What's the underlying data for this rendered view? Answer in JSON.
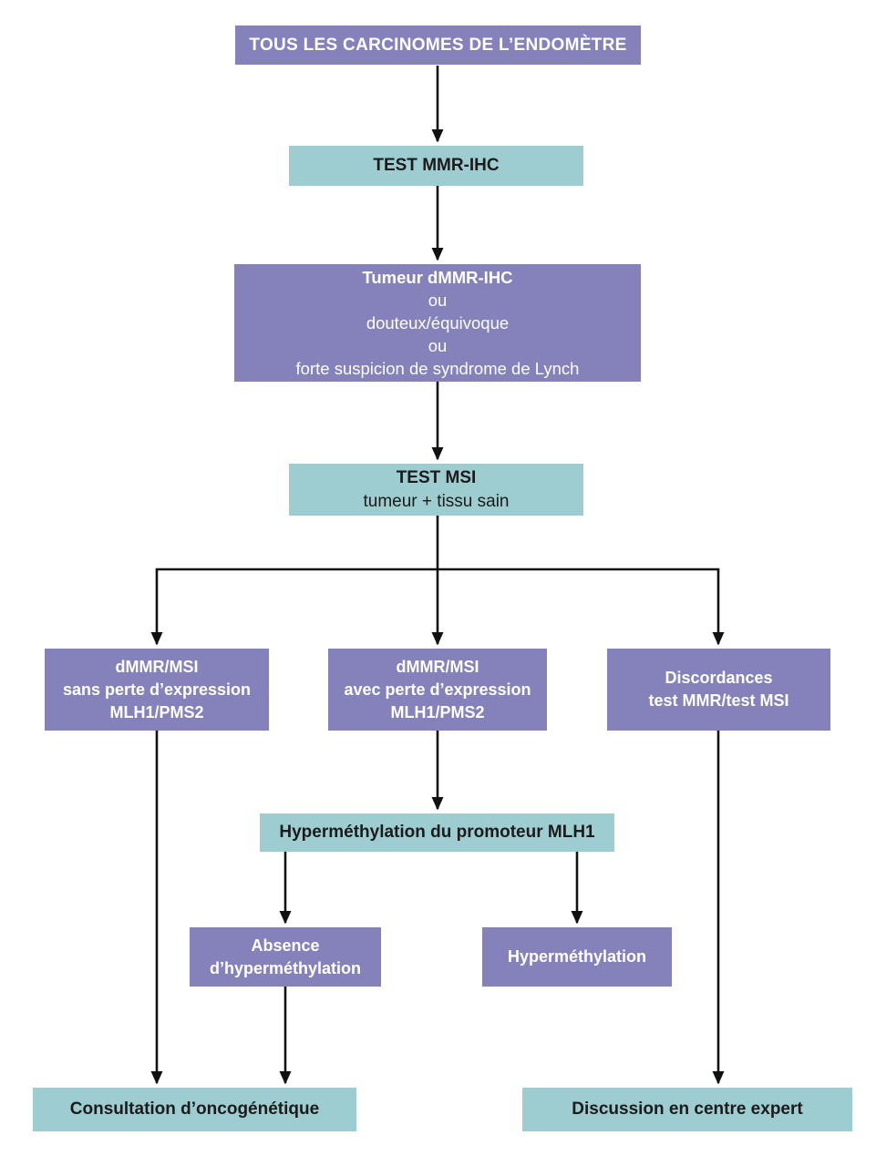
{
  "colors": {
    "purple": "#8481BB",
    "teal": "#9DCDD1",
    "arrow": "#111111",
    "text_on_purple": "#FFFFFF",
    "text_on_teal": "#1B1B1B",
    "page_bg": "#FFFFFF"
  },
  "nodes": {
    "all_carcinomas": {
      "title": "TOUS LES CARCINOMES DE L’ENDOMÈTRE"
    },
    "test_mmr_ihc": {
      "title": "TEST MMR-IHC"
    },
    "tumeur_dmmr": {
      "line1": "Tumeur dMMR-IHC",
      "line2": "ou",
      "line3": "douteux/équivoque",
      "line4": "ou",
      "line5": "forte suspicion de syndrome de Lynch"
    },
    "test_msi": {
      "title": "TEST MSI",
      "subtitle": "tumeur + tissu sain"
    },
    "dmmr_msi_sans_perte": {
      "line1": "dMMR/MSI",
      "line2": "sans perte d’expression",
      "line3": "MLH1/PMS2"
    },
    "dmmr_msi_avec_perte": {
      "line1": "dMMR/MSI",
      "line2": "avec perte d’expression",
      "line3": "MLH1/PMS2"
    },
    "discordances": {
      "line1": "Discordances",
      "line2": "test MMR/test MSI"
    },
    "hypermethylation_promoteur": {
      "title": "Hyperméthylation du promoteur MLH1"
    },
    "absence_hypermethylation": {
      "line1": "Absence",
      "line2": "d’hyperméthylation"
    },
    "hypermethylation": {
      "title": "Hyperméthylation"
    },
    "consultation_oncogenetique": {
      "title": "Consultation d’oncogénétique"
    },
    "discussion_centre_expert": {
      "title": "Discussion en centre expert"
    }
  }
}
